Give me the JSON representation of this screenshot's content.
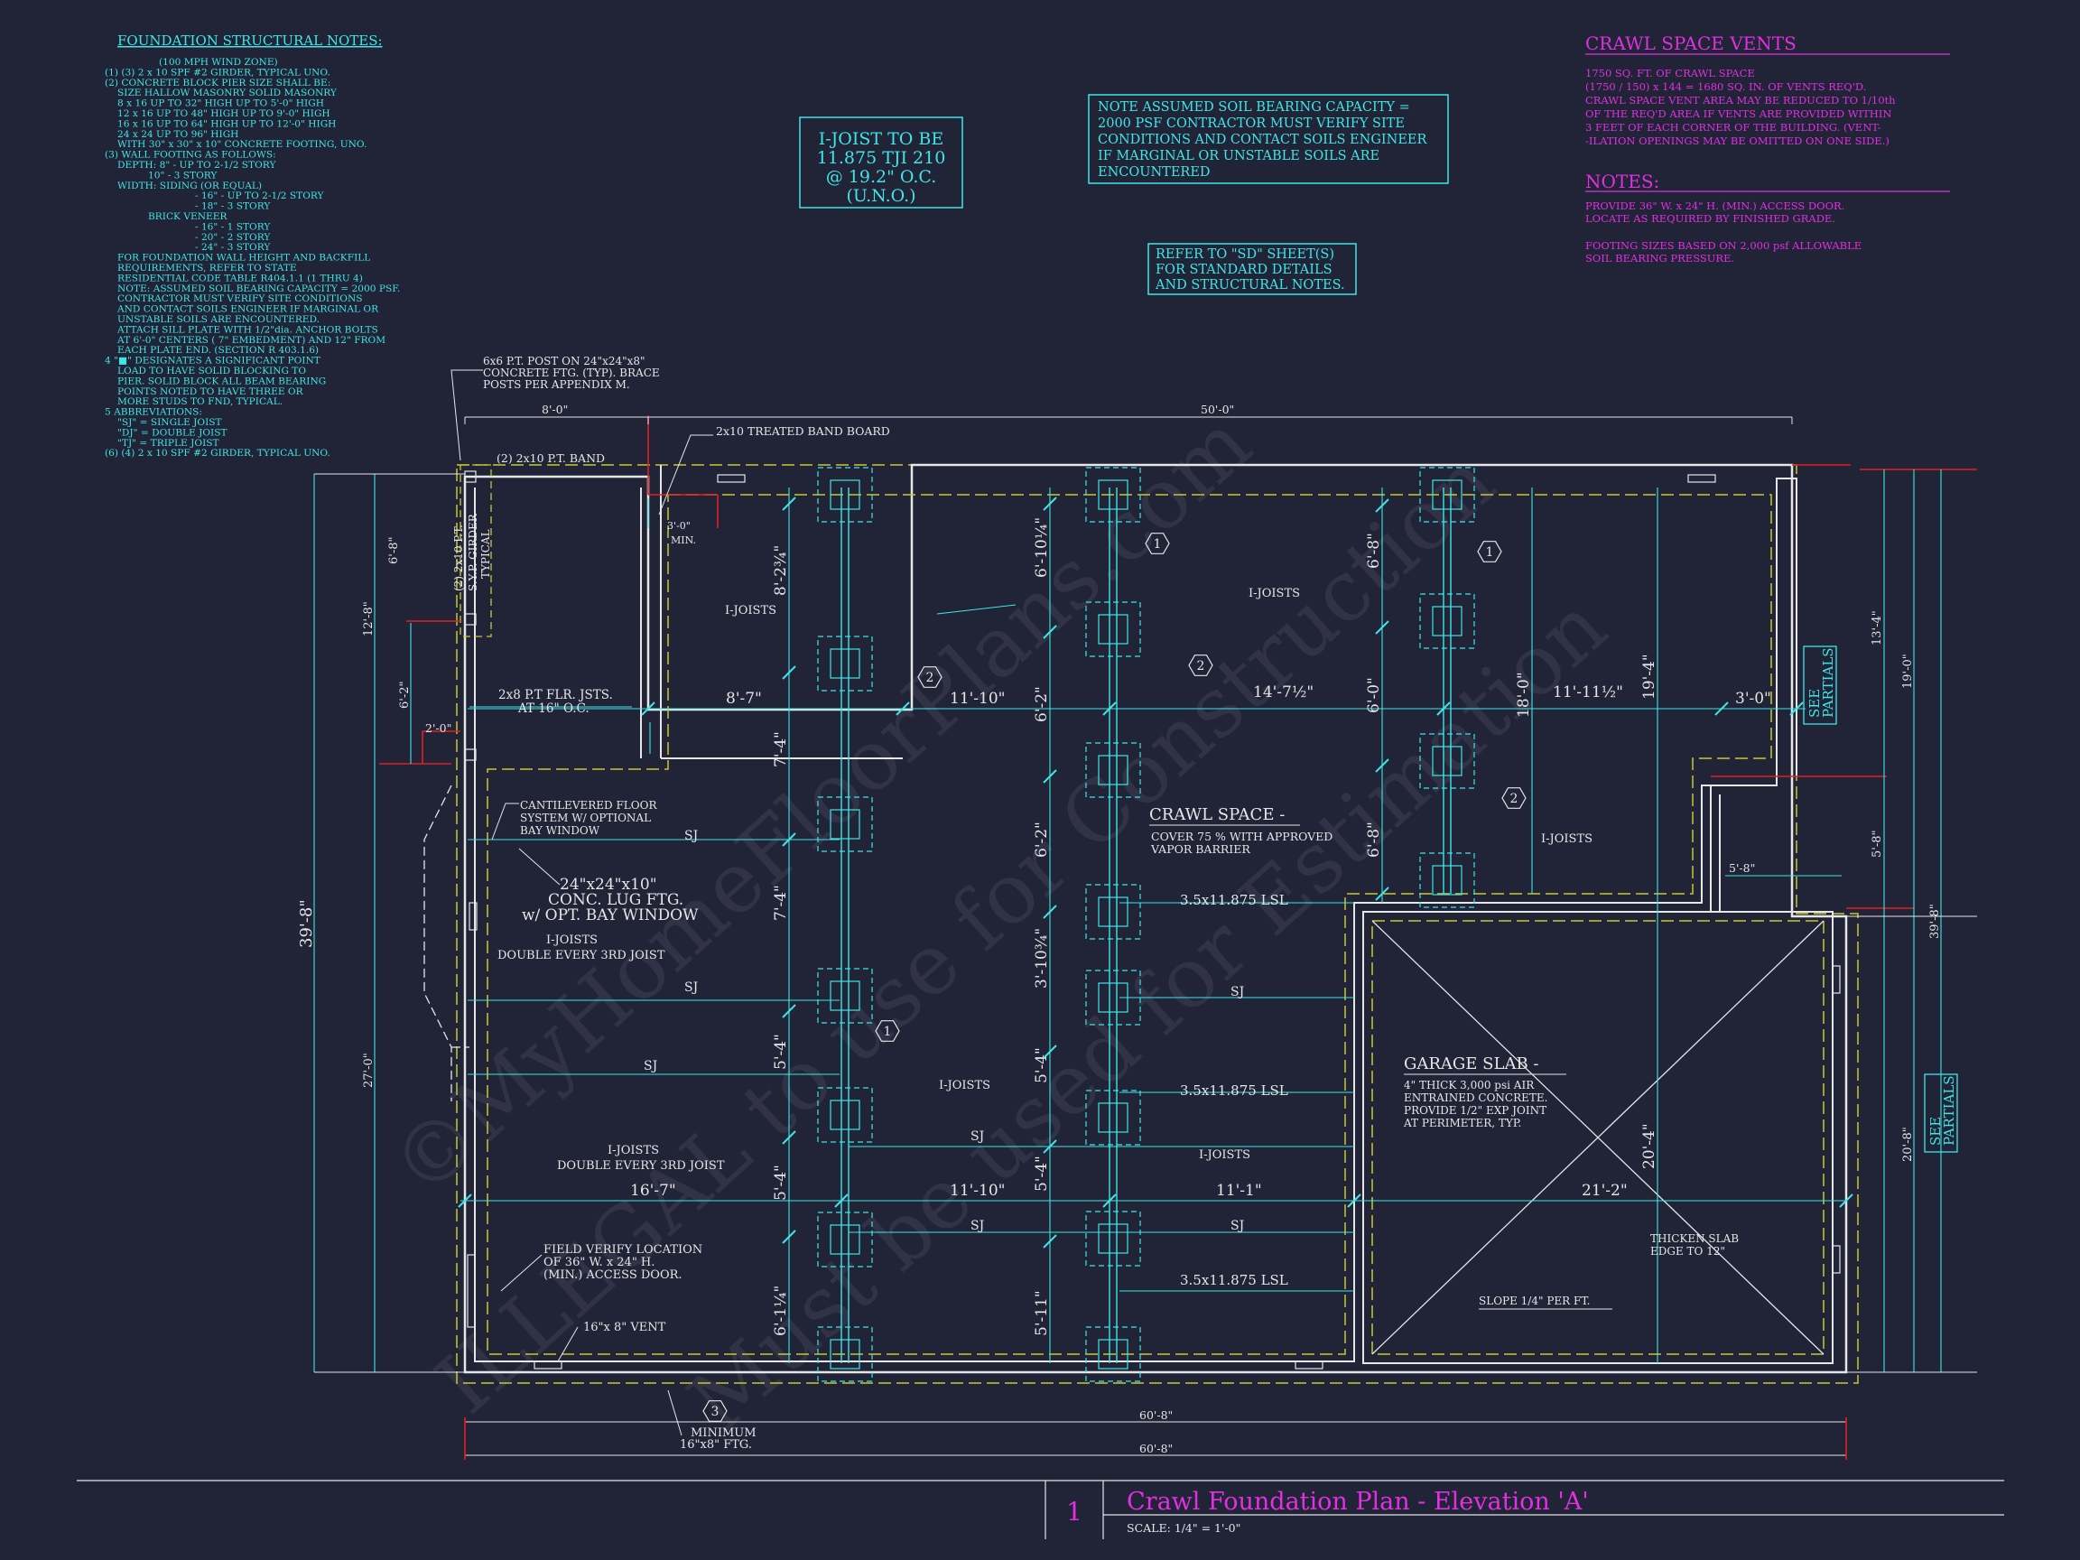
{
  "foundation_notes": {
    "title": "FOUNDATION STRUCTURAL NOTES:",
    "lines": [
      "(100 MPH WIND ZONE)",
      "(1) (3) 2 x 10 SPF #2 GIRDER, TYPICAL UNO.",
      "(2) CONCRETE BLOCK PIER SIZE SHALL BE:",
      "SIZE     HALLOW MASONRY    SOLID MASONRY",
      "8 x 16    UP TO 32\" HIGH    UP TO 5'-0\" HIGH",
      "12 x 16   UP TO 48\" HIGH    UP TO 9'-0\" HIGH",
      "16 x 16   UP TO 64\" HIGH    UP TO 12'-0\" HIGH",
      "24 x 24   UP TO 96\" HIGH",
      "WITH 30\" x 30\" x 10\" CONCRETE FOOTING, UNO.",
      "(3) WALL FOOTING AS FOLLOWS:",
      "DEPTH:  8\" - UP TO 2-1/2 STORY",
      "10\" - 3 STORY",
      "WIDTH:  SIDING (OR EQUAL)",
      "- 16\" - UP TO 2-1/2 STORY",
      "- 18\" - 3 STORY",
      "BRICK VENEER",
      "- 16\" - 1 STORY",
      "- 20\" - 2 STORY",
      "- 24\" - 3 STORY",
      "FOR FOUNDATION WALL HEIGHT AND BACKFILL",
      "REQUIREMENTS, REFER TO STATE",
      "RESIDENTIAL CODE TABLE R404.1.1 (1 THRU 4)",
      "NOTE: ASSUMED SOIL BEARING CAPACITY = 2000 PSF.",
      "CONTRACTOR MUST VERIFY SITE CONDITIONS",
      "AND CONTACT SOILS ENGINEER IF MARGINAL OR",
      "UNSTABLE SOILS ARE ENCOUNTERED.",
      "ATTACH SILL PLATE WITH 1/2\"dia. ANCHOR BOLTS",
      "AT 6'-0\" CENTERS ( 7\" EMBEDMENT) AND 12\" FROM",
      "EACH PLATE END. (SECTION R 403.1.6)",
      "4  \"■\" DESIGNATES A SIGNIFICANT POINT",
      "LOAD TO HAVE SOLID BLOCKING TO",
      "PIER. SOLID BLOCK ALL BEAM BEARING",
      "POINTS NOTED TO HAVE THREE OR",
      "MORE STUDS TO FND, TYPICAL.",
      "5  ABBREVIATIONS:",
      "\"SJ\" = SINGLE JOIST",
      "\"DJ\" = DOUBLE JOIST",
      "\"TJ\" = TRIPLE JOIST",
      "(6) (4) 2 x 10 SPF #2 GIRDER, TYPICAL UNO."
    ]
  },
  "ijoist_note": [
    "I-JOIST TO BE",
    "11.875 TJI 210",
    "@ 19.2\" O.C.",
    "(U.N.O.)"
  ],
  "soil_note": [
    "NOTE ASSUMED SOIL BEARING CAPACITY =",
    "2000 PSF CONTRACTOR MUST VERIFY SITE",
    "CONDITIONS AND CONTACT SOILS ENGINEER",
    "IF MARGINAL OR UNSTABLE SOILS ARE",
    "ENCOUNTERED"
  ],
  "refer_note": [
    "REFER TO \"SD\" SHEET(S)",
    "FOR STANDARD DETAILS",
    "AND STRUCTURAL NOTES."
  ],
  "crawl_vents": {
    "title": "CRAWL SPACE VENTS",
    "lines": [
      "1750 SQ. FT. OF CRAWL SPACE",
      "(1750 / 150) x 144 = 1680 SQ. IN. OF VENTS REQ'D.",
      "CRAWL SPACE VENT AREA MAY BE REDUCED TO 1/10th",
      "OF THE REQ'D AREA IF VENTS ARE PROVIDED WITHIN",
      "3 FEET OF EACH CORNER OF THE BUILDING.  (VENT-",
      "-ILATION OPENINGS MAY BE OMITTED ON ONE SIDE.)"
    ]
  },
  "notes": {
    "title": "NOTES:",
    "lines": [
      "PROVIDE 36\" W. x 24\" H. (MIN.) ACCESS DOOR.",
      "LOCATE AS REQUIRED BY FINISHED GRADE.",
      "",
      "FOOTING SIZES BASED ON 2,000 psf ALLOWABLE",
      "SOIL BEARING PRESSURE."
    ]
  },
  "labels": {
    "post": [
      "6x6 P.T. POST ON 24\"x24\"x8\"",
      "CONCRETE FTG. (TYP). BRACE",
      "POSTS PER APPENDIX M."
    ],
    "band_board": "2x10 TREATED BAND BOARD",
    "pt_band": "(2) 2x10 P.T. BAND",
    "girder_syp": [
      "(2) 2x10 P.T.",
      "S.Y.P. GIRDER",
      "TYPICAL"
    ],
    "min3": [
      "3'-0\"",
      "MIN."
    ],
    "flr_jsts": [
      "2x8 P.T FLR. JSTS.",
      "AT 16\" O.C."
    ],
    "cantilever": [
      "CANTILEVERED FLOOR",
      "SYSTEM W/ OPTIONAL",
      "BAY WINDOW"
    ],
    "lug": [
      "24\"x24\"x10\"",
      "CONC. LUG FTG.",
      "w/ OPT. BAY WINDOW"
    ],
    "ij_double_1": [
      "I-JOISTS",
      "DOUBLE EVERY 3RD JOIST"
    ],
    "ij_double_2": [
      "I-JOISTS",
      "DOUBLE EVERY 3RD JOIST"
    ],
    "ij": "I-JOISTS",
    "sj": "SJ",
    "lsl": "3.5x11.875 LSL",
    "crawl_title": "CRAWL SPACE -",
    "crawl_sub": [
      "COVER 75 % WITH APPROVED",
      "VAPOR BARRIER"
    ],
    "garage_title": "GARAGE SLAB -",
    "garage_sub": [
      "4\" THICK 3,000 psi AIR",
      "ENTRAINED CONCRETE.",
      "PROVIDE 1/2\" EXP JOINT",
      "AT PERIMETER, TYP."
    ],
    "thicken": [
      "THICKEN SLAB",
      "EDGE TO 12\""
    ],
    "slope": "SLOPE 1/4\" PER FT.",
    "access": [
      "FIELD VERIFY LOCATION",
      "OF 36\" W. x 24\" H.",
      "(MIN.) ACCESS DOOR."
    ],
    "vent": "16\"x 8\" VENT",
    "min_ftg": [
      "MINIMUM",
      "16\"x8\" FTG."
    ],
    "see_partials": [
      "SEE",
      "PARTIALS"
    ],
    "callouts": [
      "1",
      "2",
      "3"
    ]
  },
  "dims": {
    "top_8": "8'-0\"",
    "top_50": "50'-0\"",
    "d_8_7": "8'-7\"",
    "d_11_10": "11'-10\"",
    "d_14_7": "14'-7½\"",
    "d_11_11": "11'-11½\"",
    "d_3_0": "3'-0\"",
    "d_16_7": "16'-7\"",
    "d_11_10b": "11'-10\"",
    "d_11_1": "11'-1\"",
    "d_21_2": "21'-2\"",
    "bottom_60a": "60'-8\"",
    "bottom_60b": "60'-8\"",
    "left_39": "39'-8\"",
    "left_12": "12'-8\"",
    "left_27": "27'-0\"",
    "left_6_8": "6'-8\"",
    "left_6_2": "6'-2\"",
    "left_2_0": "2'-0\"",
    "right_13_4": "13'-4\"",
    "right_19_0": "19'-0\"",
    "right_5_8": "5'-8\"",
    "right_20_8": "20'-8\"",
    "right_39": "39'-8\"",
    "right_5_8h": "5'-8\"",
    "v_8_2": "8'-2¾\"",
    "v_7_4a": "7'-4\"",
    "v_7_4b": "7'-4\"",
    "v_5_4a": "5'-4\"",
    "v_5_4b": "5'-4\"",
    "v_6_1": "6'-1¼\"",
    "v_6_10": "6'-10¼\"",
    "v_6_2a": "6'-2\"",
    "v_6_2b": "6'-2\"",
    "v_3_10": "3'-10¾\"",
    "v_5_4c": "5'-4\"",
    "v_5_4d": "5'-4\"",
    "v_5_11": "5'-11\"",
    "v_6_8a": "6'-8\"",
    "v_6_0": "6'-0\"",
    "v_6_8b": "6'-8\"",
    "v_18_0": "18'-0\"",
    "v_19_4": "19'-4\"",
    "v_20_4": "20'-4\""
  },
  "title_block": {
    "number": "1",
    "title": "Crawl Foundation Plan - Elevation 'A'",
    "scale": "SCALE: 1/4\" = 1'-0\""
  },
  "watermark": [
    "©MyHomeFloorPlans.com",
    "ILLEGAL to use for Construction",
    "Must be used for Estimation"
  ],
  "colors": {
    "background": "#212336",
    "cyan": "#3ee6e6",
    "magenta": "#e030e0",
    "white": "#e6e6e6",
    "yellow": "#c8c832",
    "red": "#e02020"
  }
}
